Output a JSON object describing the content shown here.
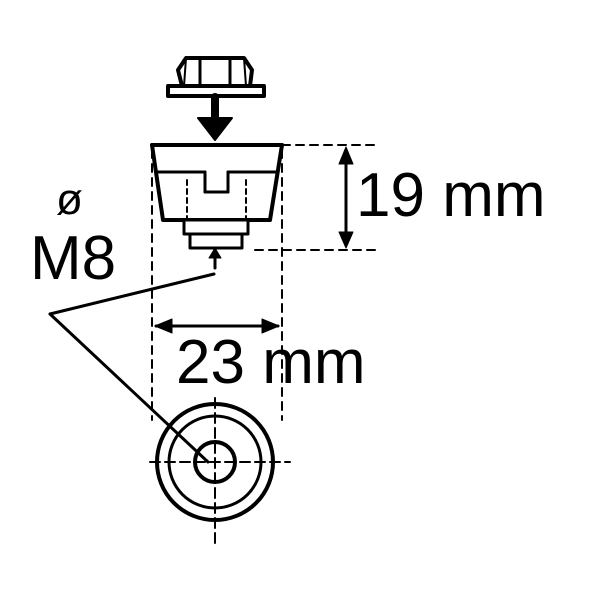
{
  "labels": {
    "diameter_symbol": "ø",
    "thread": "M8",
    "height_dim": "19 mm",
    "width_dim": "23 mm"
  },
  "colors": {
    "ink": "#000000",
    "paper": "#ffffff"
  }
}
